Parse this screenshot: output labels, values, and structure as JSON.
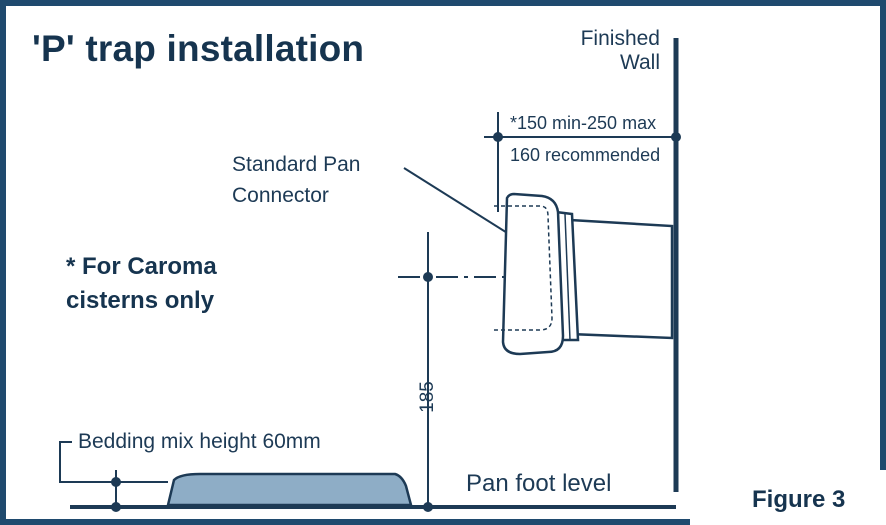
{
  "title": "'P' trap installation",
  "labels": {
    "finished_wall_line1": "Finished",
    "finished_wall_line2": "Wall",
    "setout_line1": "*150 min-250 max",
    "setout_line2": "160 recommended",
    "connector_line1": "Standard Pan",
    "connector_line2": "Connector",
    "note_line1": "* For Caroma",
    "note_line2": "cisterns only",
    "bedding": "Bedding mix height 60mm",
    "pan_foot_level": "Pan foot level",
    "height_dimension": "185",
    "figure": "Figure 3"
  },
  "colors": {
    "frame": "#1f4a6e",
    "line": "#1d3a55",
    "bedding_fill": "#8eadc6",
    "pipe_fill": "#ffffff",
    "background": "#ffffff"
  }
}
